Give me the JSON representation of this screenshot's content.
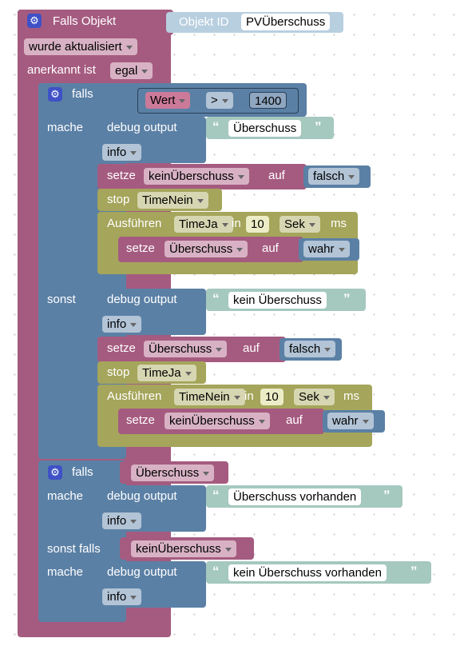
{
  "event": {
    "title": "Falls Objekt",
    "object_label": "Objekt ID",
    "object_value": "PVÜberschuss",
    "trigger_select": "wurde aktualisiert",
    "ack_label": "anerkannt ist",
    "ack_select": "egal"
  },
  "if1": {
    "falls_label": "falls",
    "compare": {
      "left": "Wert",
      "op": ">",
      "right": "1400"
    },
    "mache_label": "mache",
    "sonst_label": "sonst",
    "then": {
      "debug_label": "debug output",
      "debug_text": "Überschuss",
      "debug_level": "info",
      "setze_label": "setze",
      "setze_var": "keinÜberschuss",
      "auf_label": "auf",
      "setze_value": "falsch",
      "stop_label": "stop",
      "stop_var": "TimeNein",
      "exec_label": "Ausführen",
      "exec_var": "TimeJa",
      "in_label": "in",
      "exec_num": "10",
      "exec_unit": "Sek",
      "ms_label": "ms",
      "inner_setze_label": "setze",
      "inner_var": "Überschuss",
      "inner_auf": "auf",
      "inner_value": "wahr"
    },
    "else": {
      "debug_label": "debug output",
      "debug_text": "kein Überschuss",
      "debug_level": "info",
      "setze_label": "setze",
      "setze_var": "Überschuss",
      "auf_label": "auf",
      "setze_value": "falsch",
      "stop_label": "stop",
      "stop_var": "TimeJa",
      "exec_label": "Ausführen",
      "exec_var": "TimeNein",
      "in_label": "in",
      "exec_num": "10",
      "exec_unit": "Sek",
      "ms_label": "ms",
      "inner_setze_label": "setze",
      "inner_var": "keinÜberschuss",
      "inner_auf": "auf",
      "inner_value": "wahr"
    }
  },
  "if2": {
    "falls_label": "falls",
    "cond_var": "Überschuss",
    "mache_label": "mache",
    "debug1_label": "debug output",
    "debug1_text": "Überschuss vorhanden",
    "debug1_level": "info",
    "sonstfalls_label": "sonst falls",
    "cond2_var": "keinÜberschuss",
    "mache2_label": "mache",
    "debug2_label": "debug output",
    "debug2_text": "kein Überschuss vorhanden",
    "debug2_level": "info"
  },
  "colors": {
    "event": "#a55b80",
    "logic": "#5b80a5",
    "variable": "#a55b80",
    "text": "#a5c8bf",
    "timer": "#a5a55b",
    "gear": "#3f51c6"
  }
}
